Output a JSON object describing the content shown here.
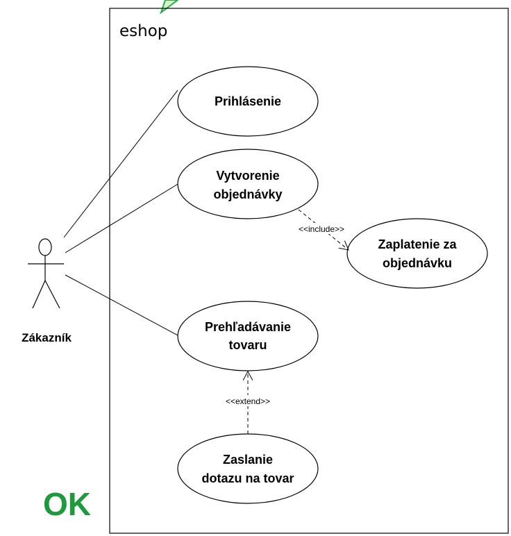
{
  "system": {
    "title": "eshop"
  },
  "actor": {
    "name": "Zákazník"
  },
  "use_cases": {
    "login": [
      "Prihlásenie"
    ],
    "create_order": [
      "Vytvorenie",
      "objednávky"
    ],
    "pay_order": [
      "Zaplatenie za",
      "objednávku"
    ],
    "browse": [
      "Prehľadávanie",
      "tovaru"
    ],
    "inquiry": [
      "Zaslanie",
      "dotazu na tovar"
    ]
  },
  "relations": {
    "include_label": "<<include>>",
    "extend_label": "<<extend>>"
  },
  "stamp": {
    "text": "OK",
    "color": "#1e9a3c"
  },
  "colors": {
    "line": "#000000",
    "accent_green": "#2aa84a"
  }
}
